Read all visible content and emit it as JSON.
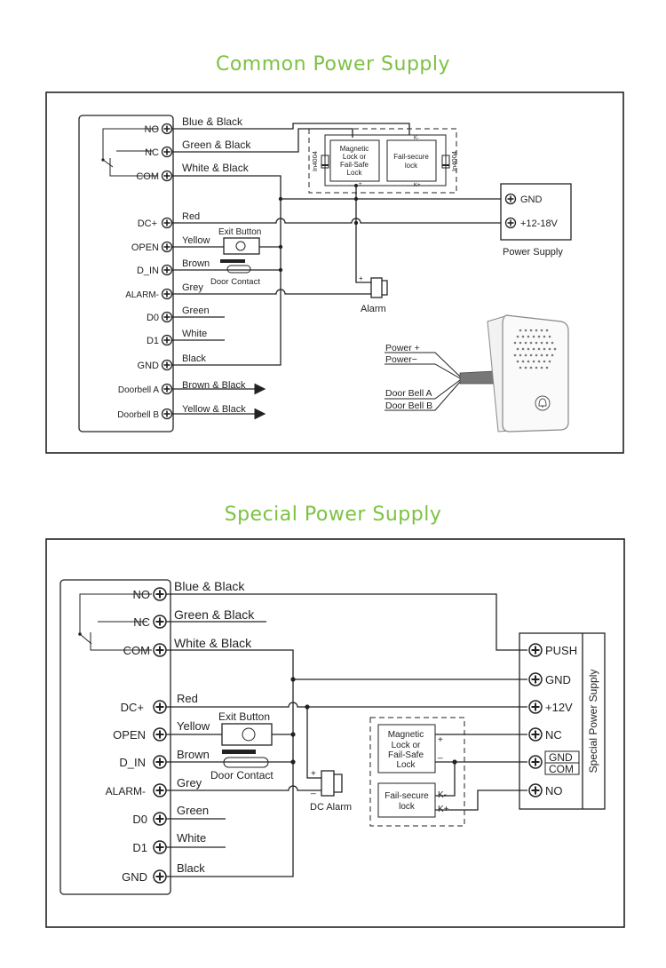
{
  "titles": {
    "common": "Common Power Supply",
    "special": "Special Power Supply"
  },
  "common": {
    "terminals": {
      "no": "NO",
      "nc": "NC",
      "com": "COM",
      "dcplus": "DC+",
      "open": "OPEN",
      "din": "D_IN",
      "alarm": "ALARM-",
      "d0": "D0",
      "d1": "D1",
      "gnd": "GND",
      "bella": "Doorbell A",
      "bellb": "Doorbell B"
    },
    "wires": {
      "no": "Blue & Black",
      "nc": "Green & Black",
      "com": "White & Black",
      "dcplus": "Red",
      "open": "Yellow",
      "din": "Brown",
      "alarm": "Grey",
      "d0": "Green",
      "d1": "White",
      "gnd": "Black",
      "bella": "Brown & Black",
      "bellb": "Yellow & Black"
    },
    "exit_button": "Exit Button",
    "door_contact": "Door Contact",
    "alarm_label": "Alarm",
    "maglock": [
      "Magnetic",
      "Lock or",
      "Fail-Safe",
      "Lock"
    ],
    "failsecure": [
      "Fail-secure",
      "lock"
    ],
    "diode": "In4004",
    "k_minus": "K-",
    "k_plus": "K+",
    "plus": "+",
    "psu": {
      "gnd": "GND",
      "v": "+12-18V",
      "label": "Power Supply"
    },
    "doorbell": {
      "power_plus": "Power +",
      "power_minus": "Power−",
      "bell_a": "Door Bell  A",
      "bell_b": "Door Bell  B"
    }
  },
  "special": {
    "terminals": {
      "no": "NO",
      "nc": "NC",
      "com": "COM",
      "dcplus": "DC+",
      "open": "OPEN",
      "din": "D_IN",
      "alarm": "ALARM-",
      "d0": "D0",
      "d1": "D1",
      "gnd": "GND"
    },
    "wires": {
      "no": "Blue & Black",
      "nc": "Green & Black",
      "com": "White & Black",
      "dcplus": "Red",
      "open": "Yellow",
      "din": "Brown",
      "alarm": "Grey",
      "d0": "Green",
      "d1": "White",
      "gnd": "Black"
    },
    "exit_button": "Exit Button",
    "door_contact": "Door Contact",
    "alarm_label": "DC Alarm",
    "maglock": [
      "Magnetic",
      "Lock or",
      "Fail-Safe",
      "Lock"
    ],
    "failsecure": [
      "Fail-secure",
      "lock"
    ],
    "plus": "+",
    "minus": "_",
    "k_minus": "K-",
    "k_plus": "K+",
    "psu": {
      "push": "PUSH",
      "gnd": "GND",
      "v": "+12V",
      "nc": "NC",
      "gndcom1": "GND",
      "gndcom2": "COM",
      "no": "NO",
      "label": "Special Power Supply"
    }
  }
}
